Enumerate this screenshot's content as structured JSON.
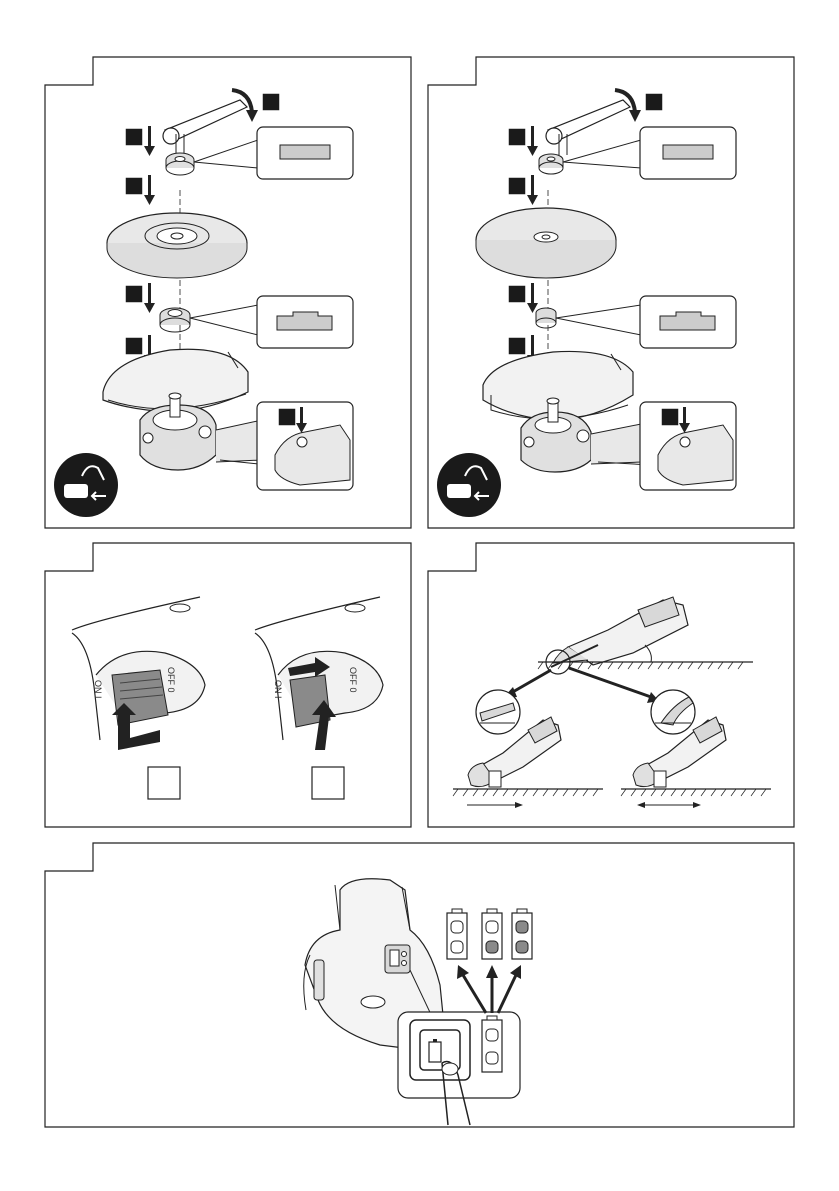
{
  "figures": [
    {
      "id": "fig-wheel-assembly-a",
      "step_markers": 6
    },
    {
      "id": "fig-wheel-assembly-b",
      "step_markers": 6
    },
    {
      "id": "fig-switch",
      "switch_on_label": "ON I",
      "switch_off_label": "OFF 0"
    },
    {
      "id": "fig-grinding-angle"
    },
    {
      "id": "fig-battery-indicator",
      "indicator_states": 3
    }
  ],
  "colors": {
    "line": "#222222",
    "fill_light": "#f2f2f2",
    "fill_mid": "#d8d8d8",
    "fill_dark": "#8a8a8a",
    "marker": "#1a1a1a"
  }
}
